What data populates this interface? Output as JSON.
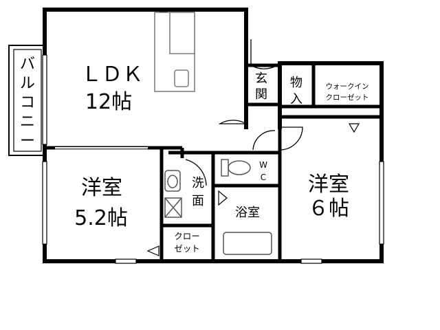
{
  "rooms": {
    "ldk": {
      "name": "ＬＤＫ",
      "size": "12帖"
    },
    "west": {
      "name": "洋室",
      "size": "5.2帖"
    },
    "east": {
      "name": "洋室",
      "size": "６帖"
    },
    "balcony": {
      "chars": [
        "バ",
        "ル",
        "コ",
        "ニ",
        "ー"
      ]
    },
    "entrance": {
      "chars": [
        "玄",
        "関"
      ]
    },
    "storage": {
      "chars": [
        "物",
        "入"
      ]
    },
    "walkin": {
      "line1": "ウォークイン",
      "line2": "クローゼット"
    },
    "wc": {
      "line1": "W",
      "line2": "C"
    },
    "wash": {
      "chars": [
        "洗",
        "面"
      ]
    },
    "bath": {
      "name": "浴室"
    },
    "closet": {
      "line1": "クロー",
      "line2": "ゼット"
    }
  },
  "colors": {
    "wall": "#000000",
    "fixture": "#777777",
    "background": "#ffffff"
  }
}
